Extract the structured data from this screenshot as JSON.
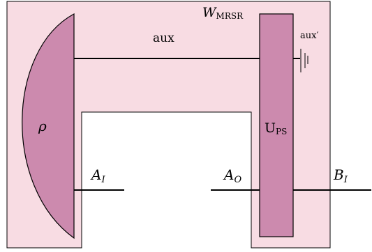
{
  "colors": {
    "background": "#ffffff",
    "region_fill": "#f8dce3",
    "component_fill": "#cc8aae",
    "stroke": "#000000"
  },
  "labels": {
    "outer_box_main": "W",
    "outer_box_sub": "MRSR",
    "state": "ρ",
    "aux_wire": "aux",
    "aux_prime": "aux′",
    "unitary_main": "U",
    "unitary_sub": "PS",
    "input_a_main": "A",
    "input_a_sub": "I",
    "output_a_main": "A",
    "output_a_sub": "O",
    "input_b_main": "B",
    "input_b_sub": "I"
  },
  "icons": {
    "aux_prime_terminal": "ground-discard-icon"
  }
}
